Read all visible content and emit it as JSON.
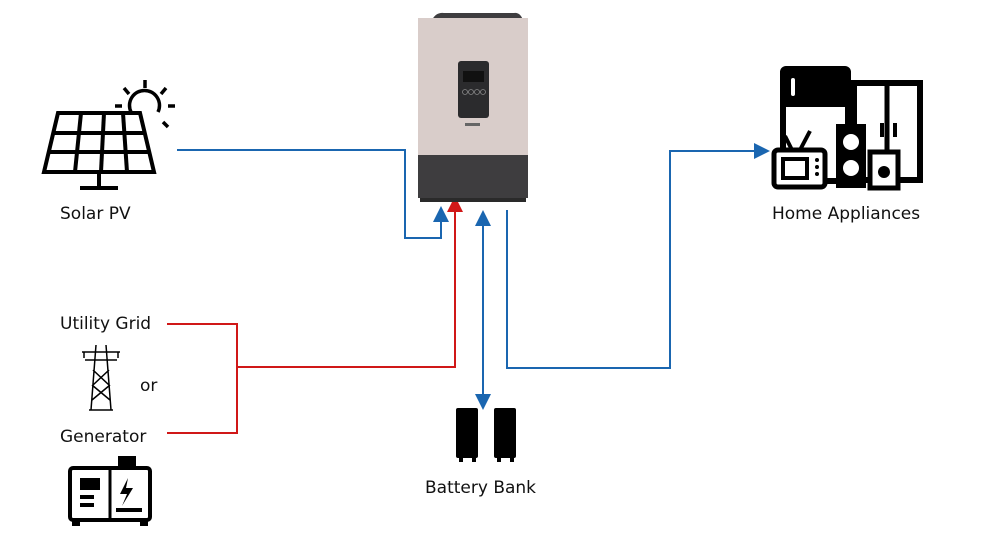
{
  "labels": {
    "solar": "Solar PV",
    "home": "Home Appliances",
    "grid": "Utility Grid",
    "or": "or",
    "generator": "Generator",
    "battery": "Battery Bank"
  },
  "colors": {
    "dc_line": "#1a66b0",
    "ac_line": "#d01818",
    "inverter_body": "#d9cdca",
    "inverter_base": "#3e3d3f"
  },
  "icons": [
    "solar-panel-icon",
    "sun-icon",
    "transmission-tower-icon",
    "generator-icon",
    "battery-icon",
    "home-appliances-icon",
    "inverter-image"
  ]
}
